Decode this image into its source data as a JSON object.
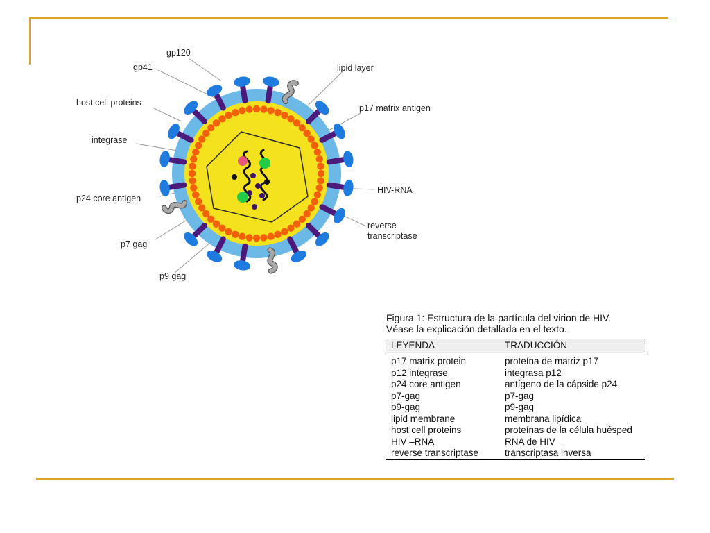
{
  "theme": {
    "rule_color": "#d9a52a"
  },
  "diagram": {
    "labels": {
      "gp120": "gp120",
      "gp41": "gp41",
      "host_cell_proteins": "host cell proteins",
      "integrase": "integrase",
      "p24_core_antigen": "p24 core antigen",
      "p7_gag": "p7 gag",
      "p9_gag": "p9 gag",
      "lipid_layer": "lipid layer",
      "p17_matrix_antigen": "p17 matrix antigen",
      "hiv_rna": "HIV-RNA",
      "reverse": "reverse",
      "transcriptase": "transcriptase"
    },
    "colors": {
      "outer_halo": "#6cb8e6",
      "lipid_yellow": "#f4e21e",
      "matrix_orange": "#f2600a",
      "spike_purple": "#4b1a7a",
      "spike_cap": "#1e7be0",
      "host_protein": "#a8a8a8",
      "core_line": "#2b2b2b",
      "rna": "#111111",
      "integrase_dot": "#e8577e",
      "green_dot": "#22cc44",
      "p7_dot": "#3d1466"
    }
  },
  "caption": {
    "line1": "Figura 1: Estructura de la partícula del virion de HIV.",
    "line2": "Véase la explicación detallada en el texto."
  },
  "legend": {
    "headers": [
      "LEYENDA",
      "TRADUCCIÓN"
    ],
    "rows": [
      [
        "p17 matrix protein",
        "proteína de matriz p17"
      ],
      [
        "p12 integrase",
        "integrasa p12"
      ],
      [
        "p24 core antigen",
        "antígeno de la cápside p24"
      ],
      [
        "p7-gag",
        "p7-gag"
      ],
      [
        "p9-gag",
        "p9-gag"
      ],
      [
        "lipid membrane",
        "membrana lipídica"
      ],
      [
        "host cell proteins",
        "proteínas de la célula huésped"
      ],
      [
        "HIV –RNA",
        "RNA de HIV"
      ],
      [
        "reverse transcriptase",
        "transcriptasa inversa"
      ]
    ]
  }
}
